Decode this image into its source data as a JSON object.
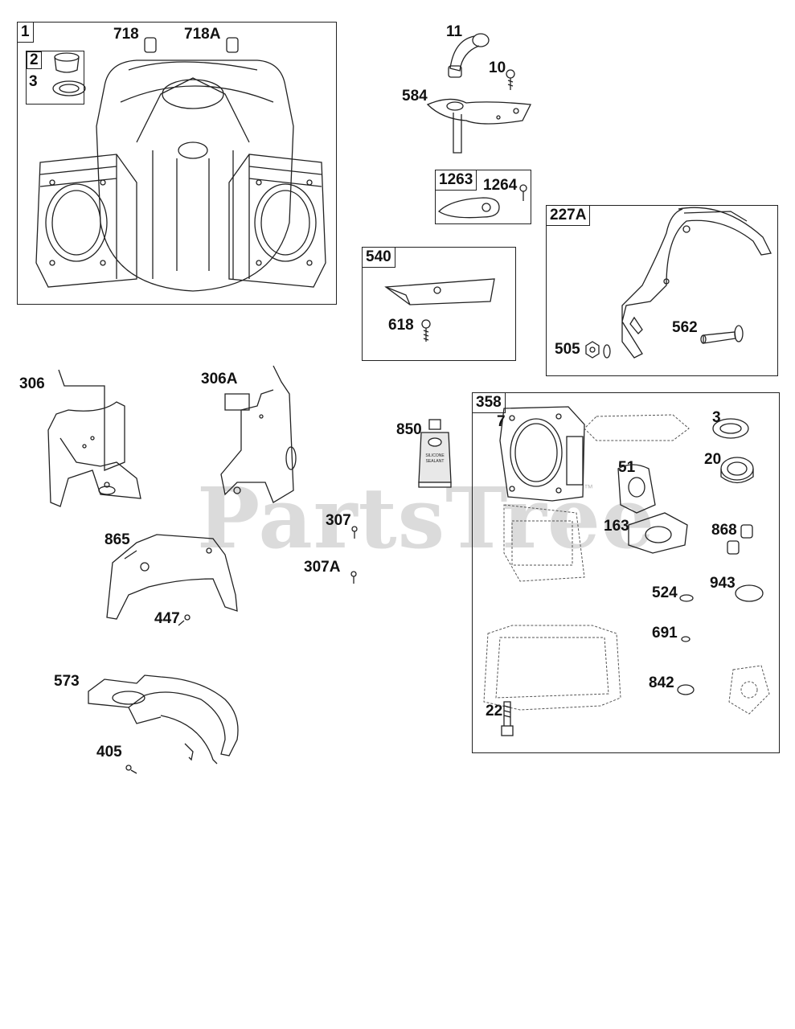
{
  "watermark": {
    "text": "PartsTree",
    "tm": "™"
  },
  "boxes": {
    "b1": "1",
    "b540": "540",
    "b1263": "1263",
    "b227a": "227A",
    "b358": "358"
  },
  "labels": {
    "p718": "718",
    "p718a": "718A",
    "p2": "2",
    "p3a": "3",
    "p11": "11",
    "p10": "10",
    "p584": "584",
    "p1264": "1264",
    "p618": "618",
    "p505": "505",
    "p562": "562",
    "p306": "306",
    "p306a": "306A",
    "p850": "850",
    "p307": "307",
    "p307a": "307A",
    "p865": "865",
    "p447": "447",
    "p573": "573",
    "p405": "405",
    "p7": "7",
    "p3b": "3",
    "p51": "51",
    "p20": "20",
    "p163": "163",
    "p868": "868",
    "p524": "524",
    "p943": "943",
    "p691": "691",
    "p842": "842",
    "p22": "22"
  },
  "tube_text": "SILICONE SEALANT"
}
